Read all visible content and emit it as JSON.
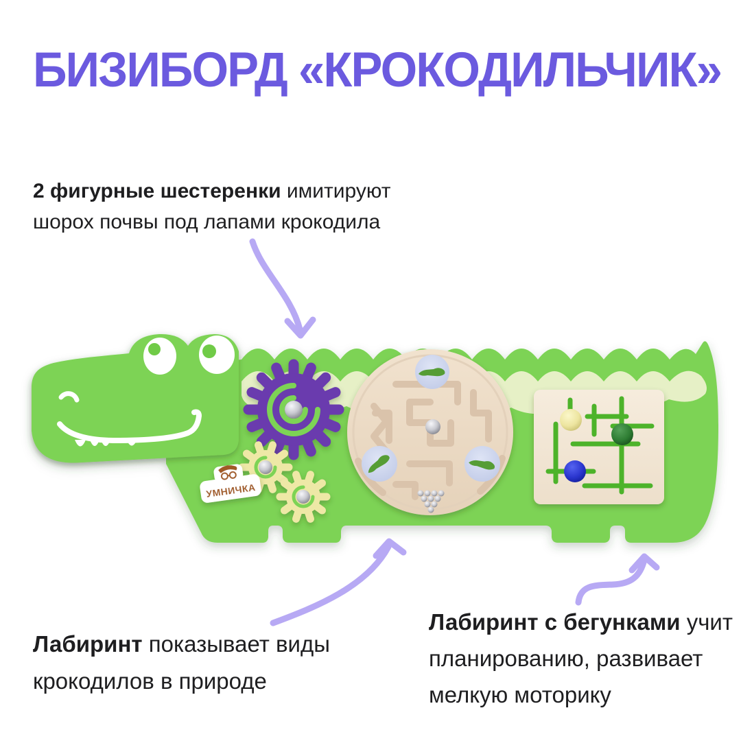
{
  "title": "БИЗИБОРД «КРОКОДИЛЬЧИК»",
  "annotations": {
    "gears": {
      "bold": "2 фигурные шестеренки",
      "rest": " имитируют",
      "line2": "шорох почвы под лапами крокодила"
    },
    "maze": {
      "bold": "Лабиринт",
      "rest": " показывает виды",
      "line2": "крокодилов в природе"
    },
    "runners": {
      "bold": "Лабиринт с бегунками",
      "rest": " учит",
      "line2": "планированию, развивает",
      "line3": "мелкую моторику"
    }
  },
  "board": {
    "brand_logo": "УМНИЧКА"
  },
  "palette": {
    "title_purple": "#6B5ADF",
    "arrow_purple": "#B7A9F4",
    "text_dark": "#1E1E20",
    "green_body": "#7DD355",
    "green_slot": "#4DB32C",
    "green_pupil": "#6FCB47",
    "stripe_cream": "#E6F0C6",
    "gear_purple": "#6B3AAE",
    "gear_yellow": "#EEE8A6",
    "wood_light": "#EFDFC9",
    "wood_groove": "#DAC3AB",
    "wood_square": "#F4E9D8",
    "window_blue": "#C9D2EC",
    "croc_icon": "#579D36",
    "ball_yellow": "#EFEAA0",
    "ball_green": "#2E7D33",
    "ball_blue": "#2A35CE",
    "logo_brown": "#A05A28"
  }
}
